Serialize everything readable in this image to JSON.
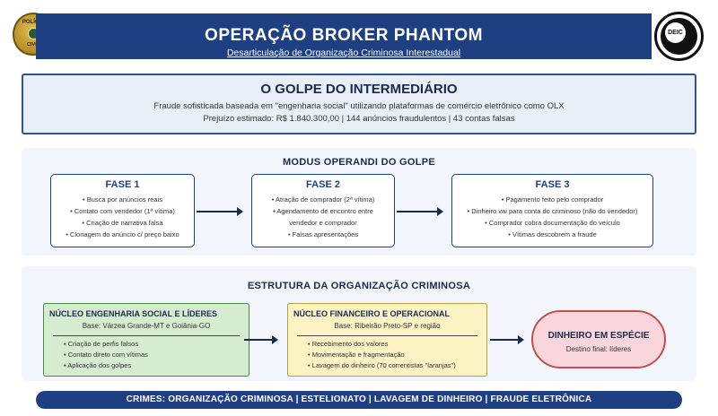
{
  "header": {
    "title": "OPERAÇÃO BROKER PHANTOM",
    "subtitle": "Desarticulação de Organização Criminosa Interestadual",
    "left_badge": {
      "top": "POLÍCIA",
      "bottom": "CIVIL"
    },
    "right_badge": {
      "text": "DEIC"
    }
  },
  "golpe": {
    "title": "O GOLPE DO INTERMEDIÁRIO",
    "description": "Fraude sofisticada baseada em \"engenharia social\" utilizando plataformas de comércio eletrônico como OLX",
    "prejuizo": "Prejuízo estimado: R$ 1.840.300,00 | 144 anúncios fraudulentos | 43 contas falsas"
  },
  "modus": {
    "title": "MODUS OPERANDI DO GOLPE",
    "fases": [
      {
        "title": "FASE 1",
        "items": [
          "• Busca por anúncios reais",
          "• Contato com vendedor (1ª vítima)",
          "• Criação de narrativa falsa",
          "• Clonagem do anúncio c/ preço baixo"
        ]
      },
      {
        "title": "FASE 2",
        "items": [
          "• Atração de comprador (2ª vítima)",
          "• Agendamento de encontro entre",
          "vendedor e comprador",
          "• Falsas apresentações"
        ]
      },
      {
        "title": "FASE 3",
        "items": [
          "• Pagamento feito pelo comprador",
          "• Dinheiro vai para conta do criminoso (não do vendedor)",
          "• Comprador cobra documentação do veículo",
          "• Vítimas descobrem a fraude"
        ]
      }
    ]
  },
  "estrutura": {
    "title": "ESTRUTURA DA ORGANIZAÇÃO CRIMINOSA",
    "nucleo1": {
      "title": "NÚCLEO ENGENHARIA SOCIAL E LÍDERES",
      "base": "Base: Várzea Grande-MT e Goiânia-GO",
      "items": [
        "• Criação de perfis falsos",
        "• Contato direto com vítimas",
        "• Aplicação dos golpes"
      ]
    },
    "nucleo2": {
      "title": "NÚCLEO FINANCEIRO E OPERACIONAL",
      "base": "Base: Ribeirão Preto-SP e região",
      "items": [
        "• Recebimento dos valores",
        "• Movimentação e fragmentação",
        "• Lavagem do dinheiro (70 correntistas \"laranjas\")"
      ]
    },
    "dinheiro": {
      "title": "DINHEIRO EM ESPÉCIE",
      "sub": "Destino final: líderes"
    }
  },
  "footer": {
    "text": "CRIMES: ORGANIZAÇÃO CRIMINOSA | ESTELIONATO | LAVAGEM DE DINHEIRO | FRAUDE ELETRÔNICA"
  },
  "colors": {
    "primary": "#1e3f82",
    "golpe_bg": "#e8eff9",
    "nucleo1_bg": "#d6ecd0",
    "nucleo2_bg": "#fcf3c4",
    "dinheiro_bg": "#f9d5dc"
  }
}
